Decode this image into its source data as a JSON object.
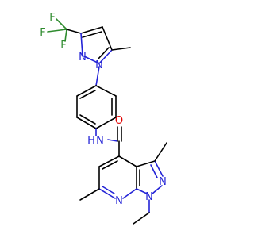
{
  "colors": {
    "bond": "#000000",
    "nitrogen": "#2323d6",
    "oxygen": "#e00000",
    "fluorine": "#2e8b2e",
    "background": "#ffffff"
  },
  "atoms": {
    "f_top": "F",
    "f_left": "F",
    "f_lower": "F",
    "n_pyrazole_1": "N",
    "n_pyrazole_2": "N",
    "nh": "N",
    "h_amide": "H",
    "o_carbonyl": "O",
    "n_ring_2": "N",
    "n_ring_1": "N",
    "n_pyridine": "N"
  }
}
